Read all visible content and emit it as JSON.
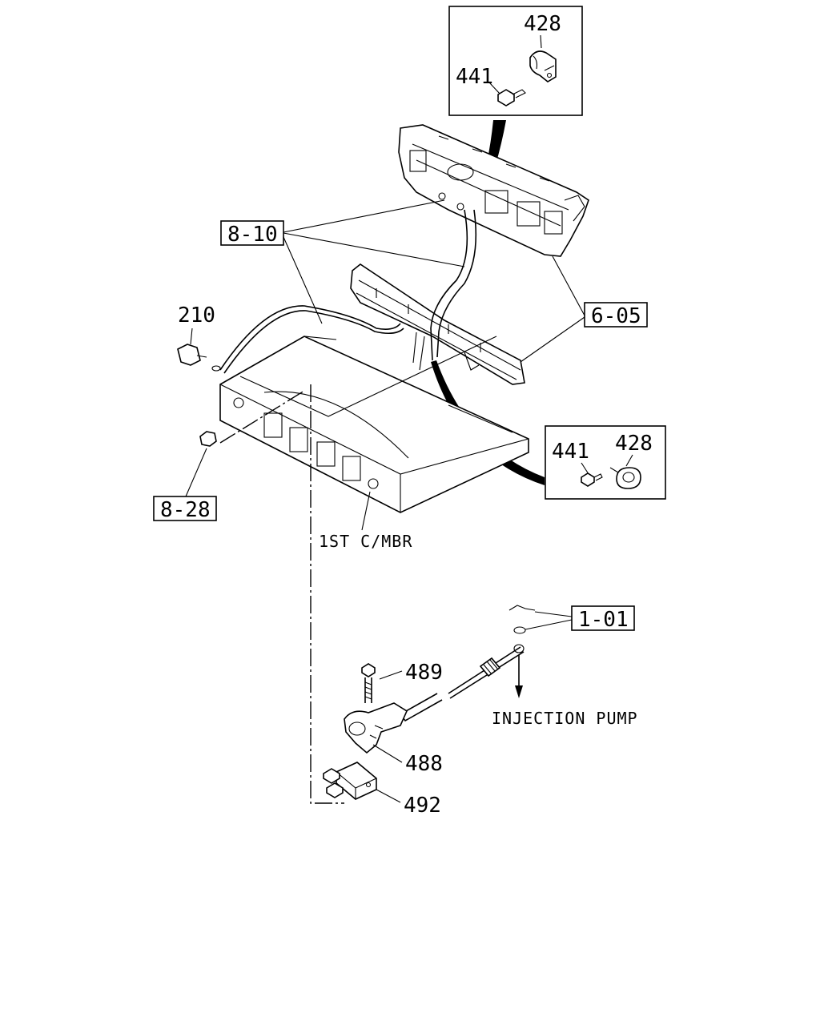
{
  "labels": {
    "inset_top_428": "428",
    "inset_top_441": "441",
    "ref_8_10": "8-10",
    "ref_6_05": "6-05",
    "part_210": "210",
    "inset_right_441": "441",
    "inset_right_428": "428",
    "ref_8_28": "8-28",
    "first_crossmember": "1ST C/MBR",
    "ref_1_01": "1-01",
    "part_489": "489",
    "injection_pump": "INJECTION PUMP",
    "part_488": "488",
    "part_492": "492"
  }
}
